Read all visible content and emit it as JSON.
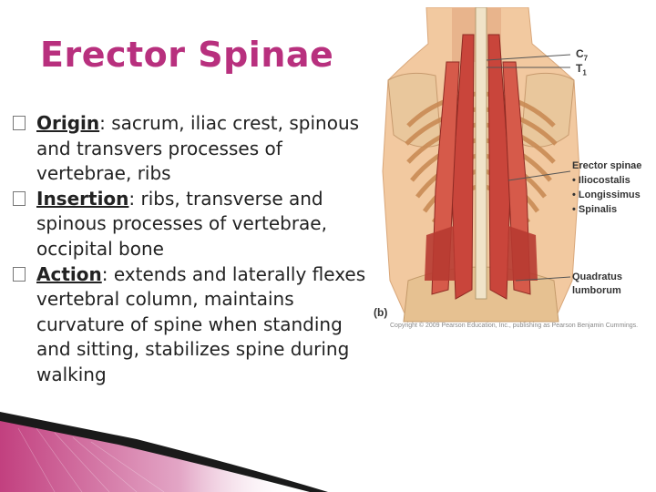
{
  "slide": {
    "title": "Erector Spinae",
    "bullets": [
      {
        "term": "Origin",
        "sep": ": ",
        "text": "sacrum, iliac crest, spinous and transvers processes of vertebrae, ribs"
      },
      {
        "term": "Insertion",
        "sep": ": ",
        "text": "ribs, transverse and spinous processes of vertebrae, occipital bone"
      },
      {
        "term": "Action",
        "sep": ": ",
        "text": "extends and laterally flexes vertebral column, maintains curvature of spine when standing and sitting, stabilizes spine during walking"
      }
    ]
  },
  "figure": {
    "labels": {
      "c7": "C",
      "c7_sub": "7",
      "t1": "T",
      "t1_sub": "1",
      "erector": "Erector spinae",
      "ilio": "• Iliocostalis",
      "longi": "• Longissimus",
      "spinalis": "• Spinalis",
      "quadratus": "Quadratus",
      "lumborum": "lumborum",
      "panel": "(b)"
    },
    "copyright": "Copyright © 2009 Pearson Education, Inc., publishing as Pearson Benjamin Cummings."
  },
  "colors": {
    "title": "#b8307e",
    "accent_dark": "#1a1a1a",
    "accent_pink": "#c2407f"
  }
}
